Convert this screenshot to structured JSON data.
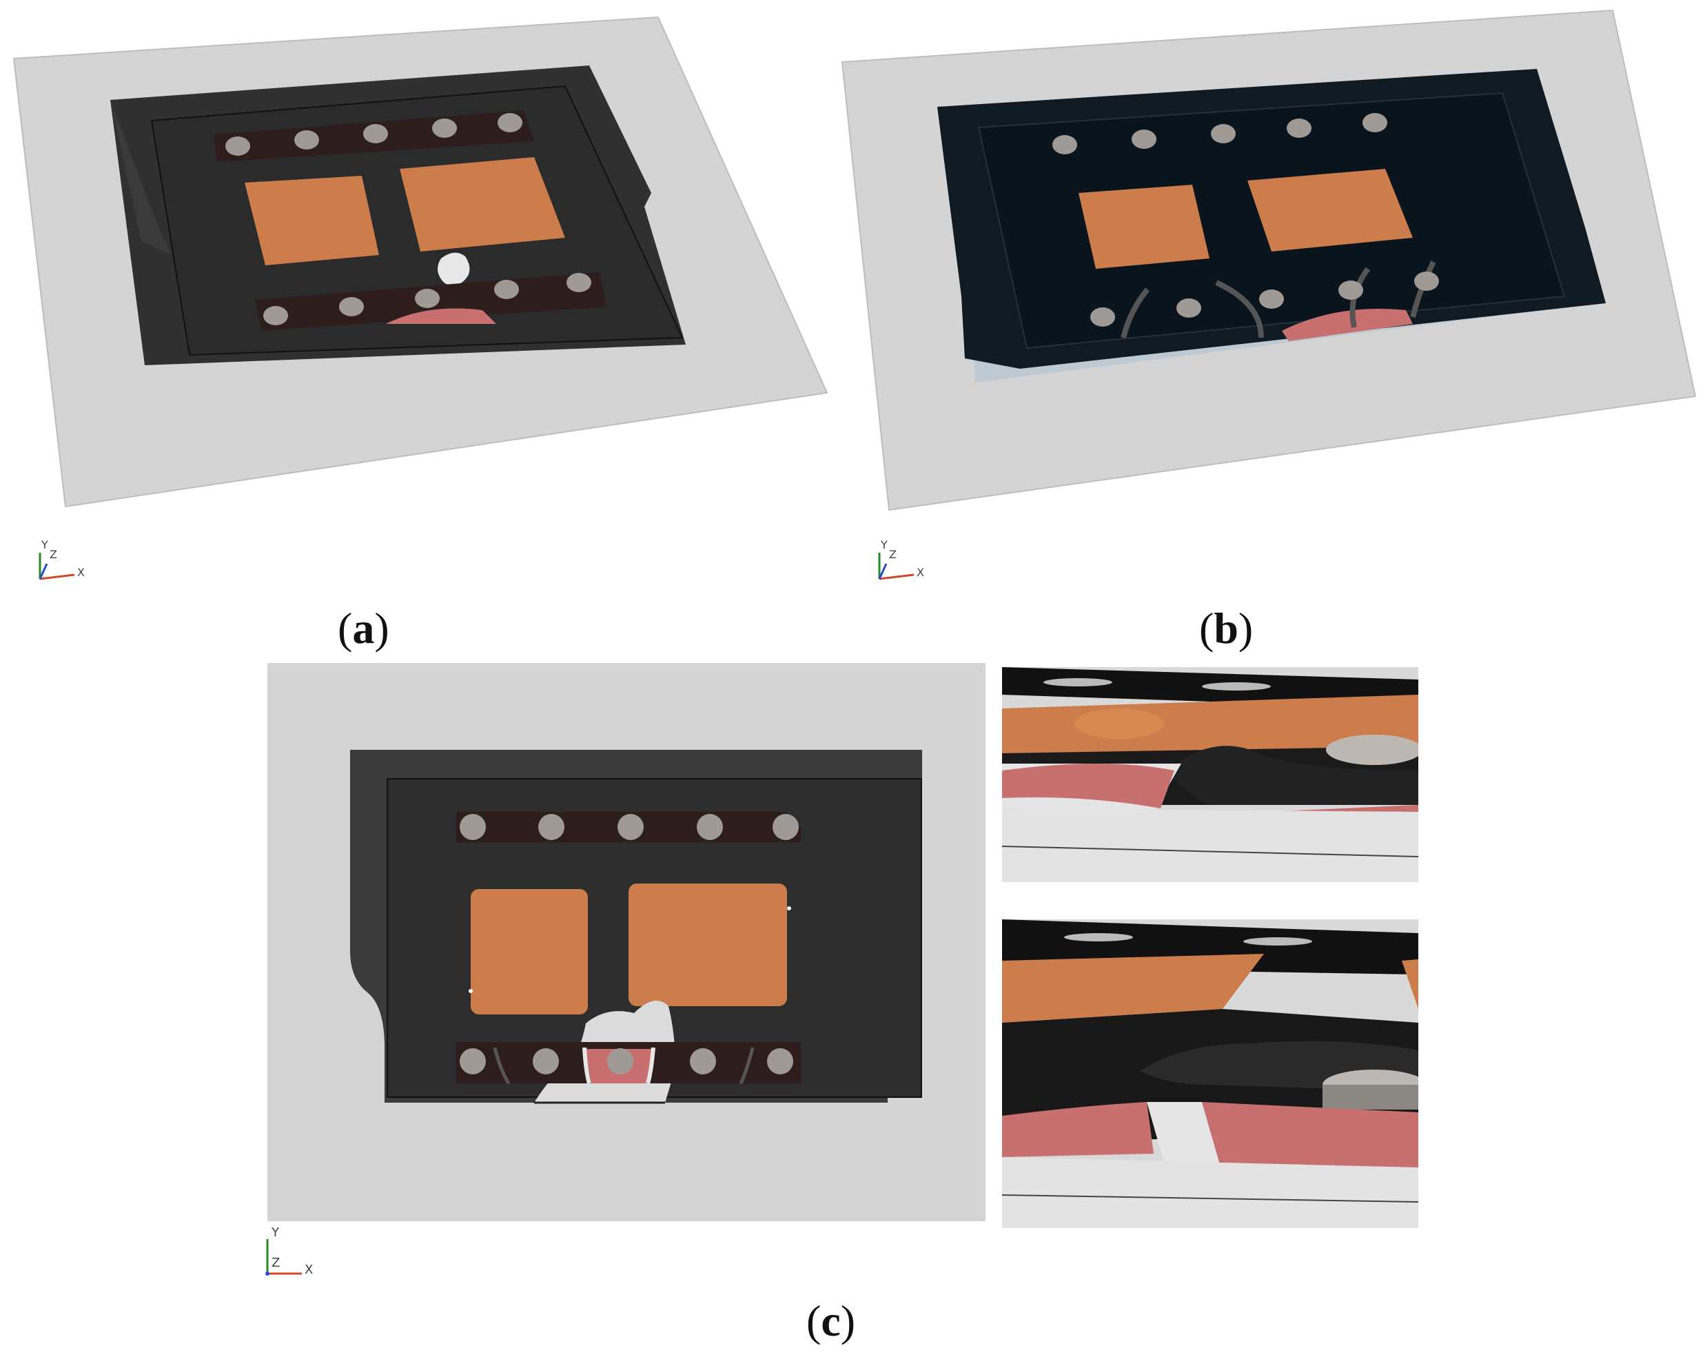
{
  "panels": [
    {
      "id": "a",
      "caption": "a",
      "axes": {
        "y": "Y",
        "z": "Z",
        "x": "X"
      }
    },
    {
      "id": "b",
      "caption": "b",
      "axes": {
        "y": "Y",
        "z": "Z",
        "x": "X"
      }
    },
    {
      "id": "c",
      "caption": "c",
      "axes": {
        "y": "Y",
        "z": "Z",
        "x": "X"
      }
    }
  ],
  "colors": {
    "background": "#d4d4d4",
    "frame_dark": "#303030",
    "frame_black": "#0f1a22",
    "pad_orange": "#cd7d4b",
    "pin_grey": "#a09a96",
    "strip_brown": "#2e1d1d",
    "trace_pink": "#c87070"
  }
}
